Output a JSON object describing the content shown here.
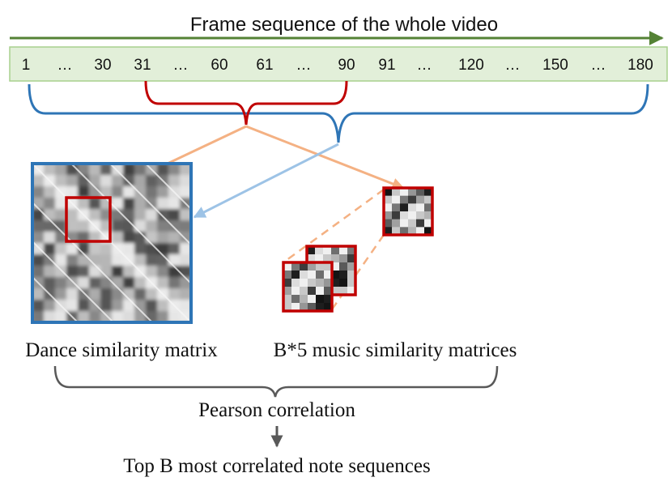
{
  "title": "Frame sequence of the whole video",
  "frame_labels": [
    "1",
    "...",
    "30",
    "31",
    "...",
    "60",
    "61",
    "...",
    "90",
    "91",
    "...",
    "120",
    "...",
    "150",
    "...",
    "180"
  ],
  "dance_label": "Dance similarity matrix",
  "music_label": "B*5 music similarity matrices",
  "pearson_label": "Pearson correlation",
  "result_label": "Top B most correlated note sequences",
  "colors": {
    "timeline_fill": "#e2efd9",
    "timeline_border": "#a8d08d",
    "arrow_green": "#548235",
    "blue": "#2e75b6",
    "red": "#c00000",
    "orange": "#f4b183",
    "light_blue": "#9dc3e6",
    "gray": "#595959"
  }
}
